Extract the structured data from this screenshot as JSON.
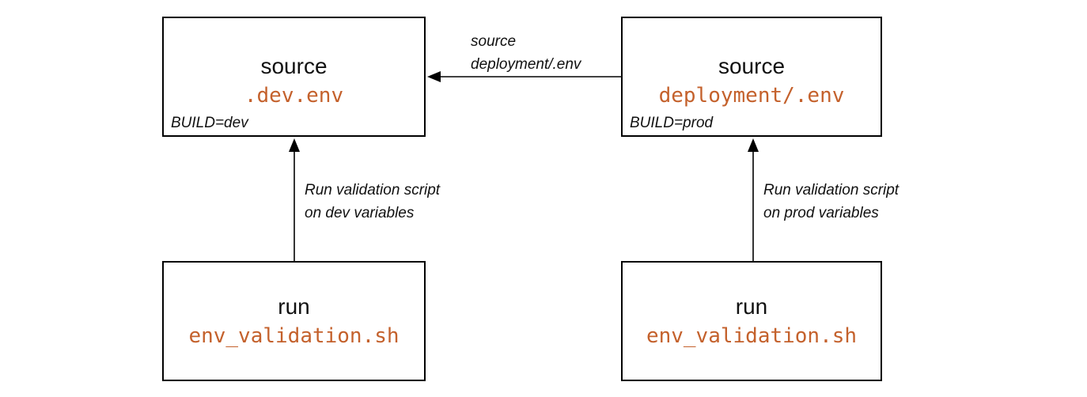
{
  "boxes": [
    {
      "id": "source-dev",
      "command": "source",
      "argument": ".dev.env",
      "note": "BUILD=dev"
    },
    {
      "id": "source-prod",
      "command": "source",
      "argument": "deployment/.env",
      "note": "BUILD=prod"
    },
    {
      "id": "run-dev",
      "command": "run",
      "argument": "env_validation.sh"
    },
    {
      "id": "run-prod",
      "command": "run",
      "argument": "env_validation.sh"
    }
  ],
  "arrows": [
    {
      "id": "prod-env-to-dev-env",
      "direction": "left",
      "label_line1": "source",
      "label_line2": "deployment/.env"
    },
    {
      "id": "run-dev-to-source-dev",
      "direction": "up",
      "label_line1": "Run validation script",
      "label_line2": "on dev variables"
    },
    {
      "id": "run-prod-to-source-prod",
      "direction": "up",
      "label_line1": "Run validation script",
      "label_line2": "on prod variables"
    }
  ],
  "colors": {
    "accent": "#C4612C",
    "text": "#111111",
    "border": "#000000",
    "background": "#ffffff"
  }
}
